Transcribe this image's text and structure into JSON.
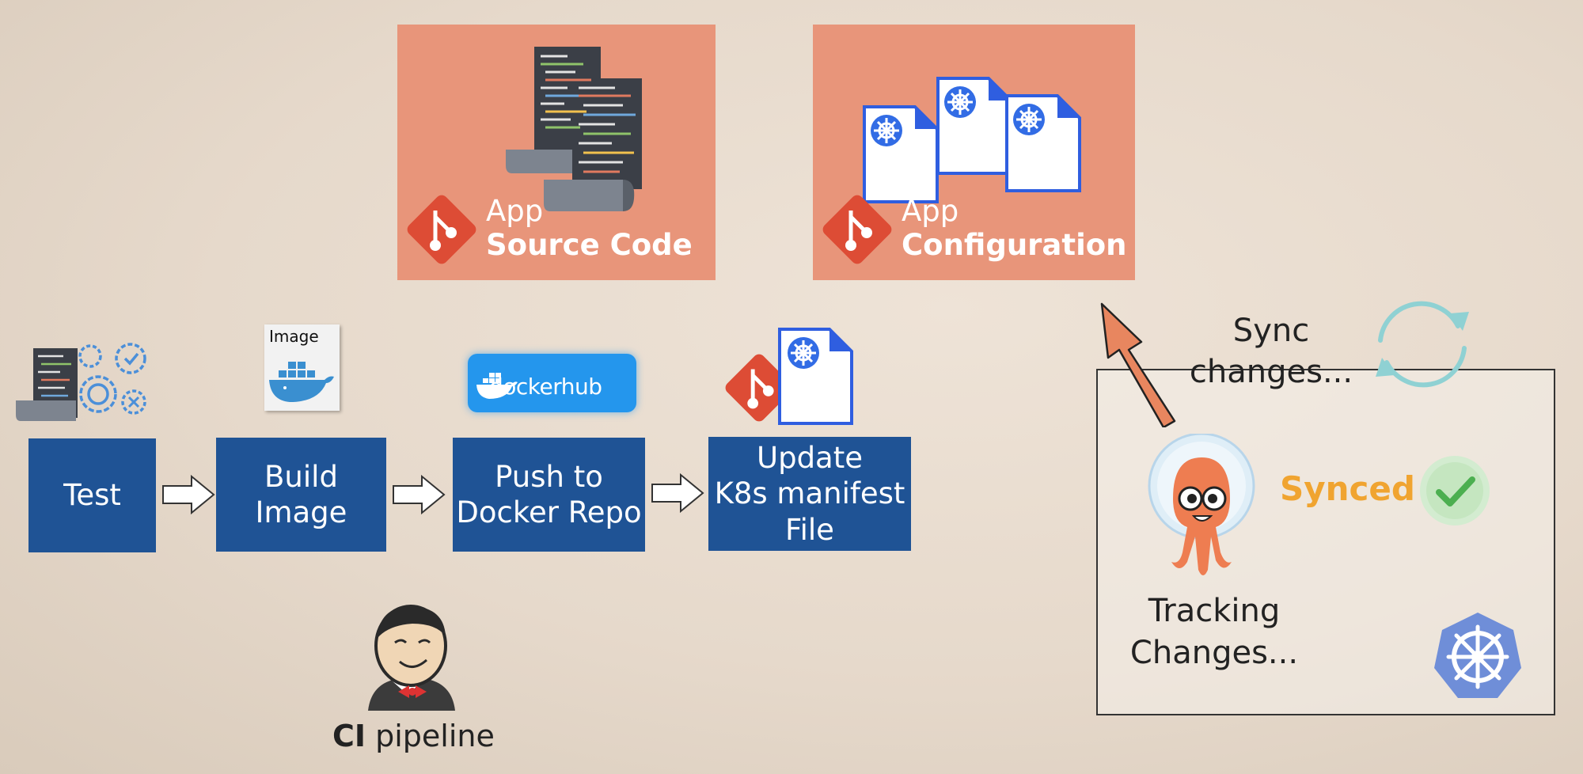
{
  "repos": {
    "source": {
      "line1": "App",
      "line2": "Source Code"
    },
    "config": {
      "line1": "App",
      "line2": "Configuration"
    }
  },
  "pipeline": {
    "stages": [
      {
        "label": "Test"
      },
      {
        "label": "Build\nImage"
      },
      {
        "label": "Push to\nDocker Repo"
      },
      {
        "label": "Update\nK8s manifest\nFile"
      }
    ],
    "image_label": "Image",
    "dockerhub_label": "dockerhub",
    "ci_bold": "CI",
    "ci_rest": " pipeline"
  },
  "argocd": {
    "sync_changes": "Sync\nchanges...",
    "synced": "Synced",
    "tracking": "Tracking\nChanges..."
  },
  "colors": {
    "repo_panel": "#e8957a",
    "stage_box": "#1f5395",
    "git_red": "#dd4c35",
    "synced_orange": "#f0a430",
    "k8s_blue": "#326ce5"
  },
  "icons": [
    "git-icon",
    "code-file-icon",
    "k8s-manifest-icon",
    "gear-icon",
    "docker-whale-icon",
    "dockerhub-logo",
    "jenkins-icon",
    "argo-octopus-icon",
    "sync-icon",
    "checkmark-icon",
    "kubernetes-icon",
    "arrow-right-icon",
    "arrow-up-icon"
  ]
}
